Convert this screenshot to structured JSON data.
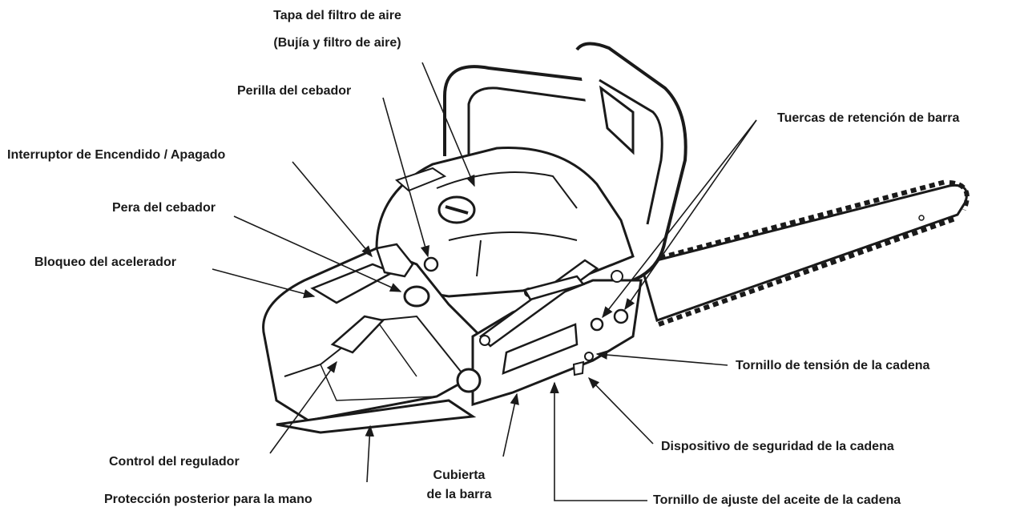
{
  "labels": {
    "air_filter_cover_line1": "Tapa del filtro de aire",
    "air_filter_cover_line2": "(Bujía y filtro de aire)",
    "choke_knob": "Perilla del cebador",
    "on_off_switch": "Interruptor de Encendido / Apagado",
    "bar_retaining_nuts": "Tuercas de retención de barra",
    "primer_bulb": "Pera del cebador",
    "throttle_lockout": "Bloqueo del acelerador",
    "chain_tension_screw": "Tornillo de tensión de la cadena",
    "throttle_control": "Control del regulador",
    "chain_safety_device": "Dispositivo de seguridad de la cadena",
    "bar_cover_line1": "Cubierta",
    "bar_cover_line2": "de la barra",
    "rear_hand_guard": "Protección posterior para la mano",
    "chain_oil_adjust_screw": "Tornillo de ajuste del aceite de la cadena"
  },
  "colors": {
    "line": "#1a1a1a",
    "shade": "#9a9a9a",
    "fill": "#ffffff"
  }
}
